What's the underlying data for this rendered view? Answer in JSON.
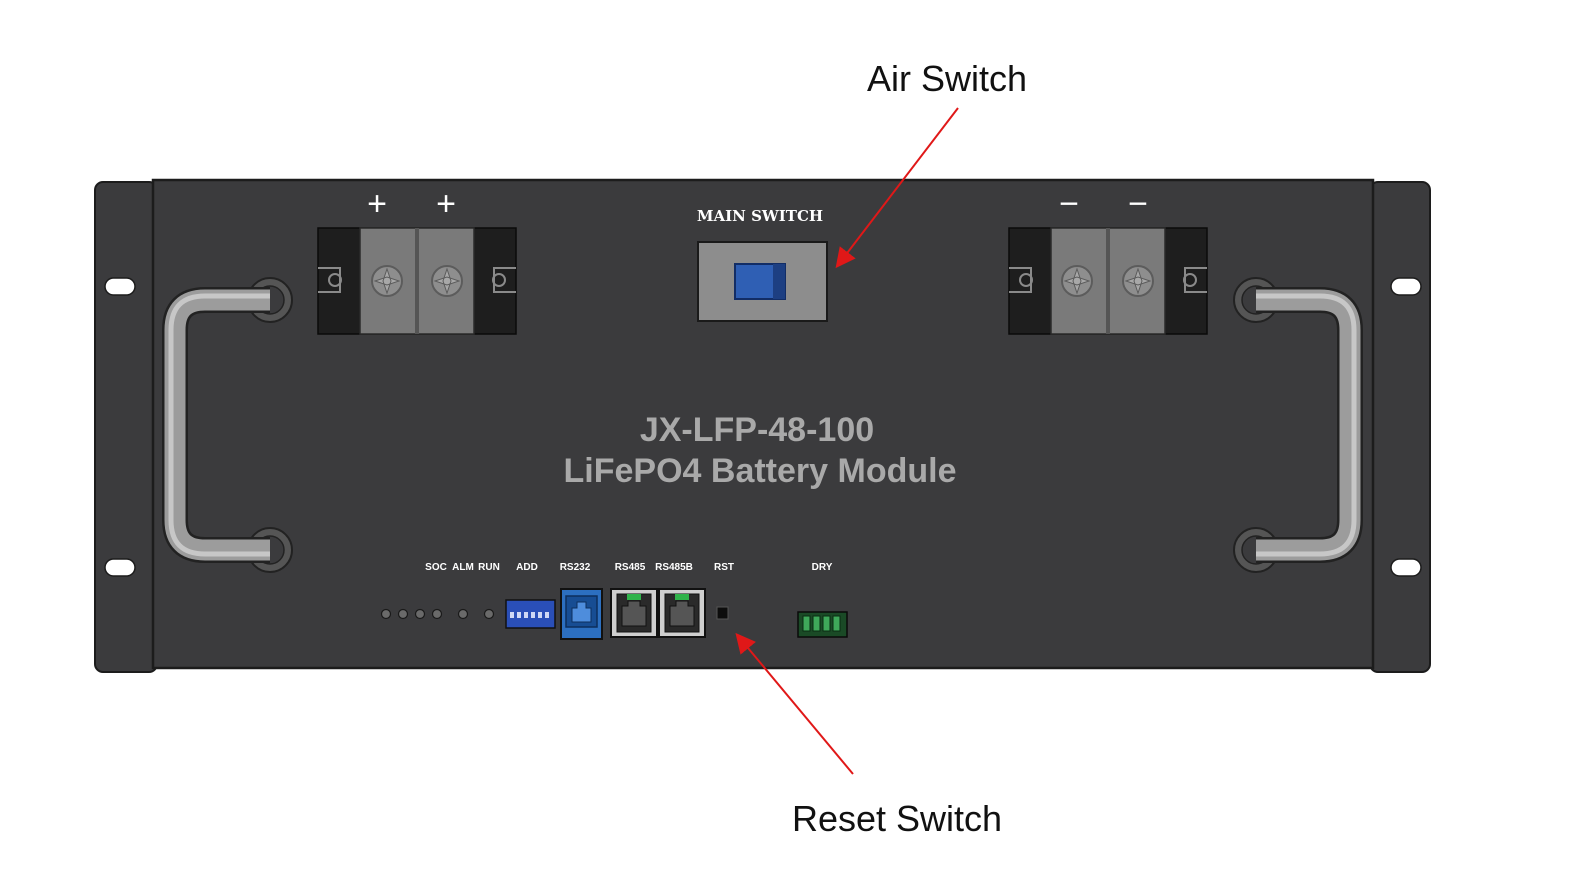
{
  "callouts": {
    "air_switch": "Air Switch",
    "reset_switch": "Reset Switch"
  },
  "panel": {
    "model": "JX-LFP-48-100",
    "description": "LiFePO4 Battery Module",
    "main_switch_label": "MAIN SWITCH",
    "positive_symbol": "+",
    "negative_symbol": "−",
    "ports": {
      "soc": "SOC",
      "alm": "ALM",
      "run": "RUN",
      "add": "ADD",
      "rs232": "RS232",
      "rs485": "RS485",
      "rs485b": "RS485B",
      "rst": "RST",
      "dry": "DRY"
    }
  },
  "colors": {
    "panel": "#3b3b3d",
    "panel_edge": "#1c1c1c",
    "text_gray": "#a9a9a9",
    "arrow": "#e01818",
    "switch_blue": "#2f5fb4",
    "rs232_blue": "#2c6fc0",
    "port_green": "#2fb34a"
  }
}
